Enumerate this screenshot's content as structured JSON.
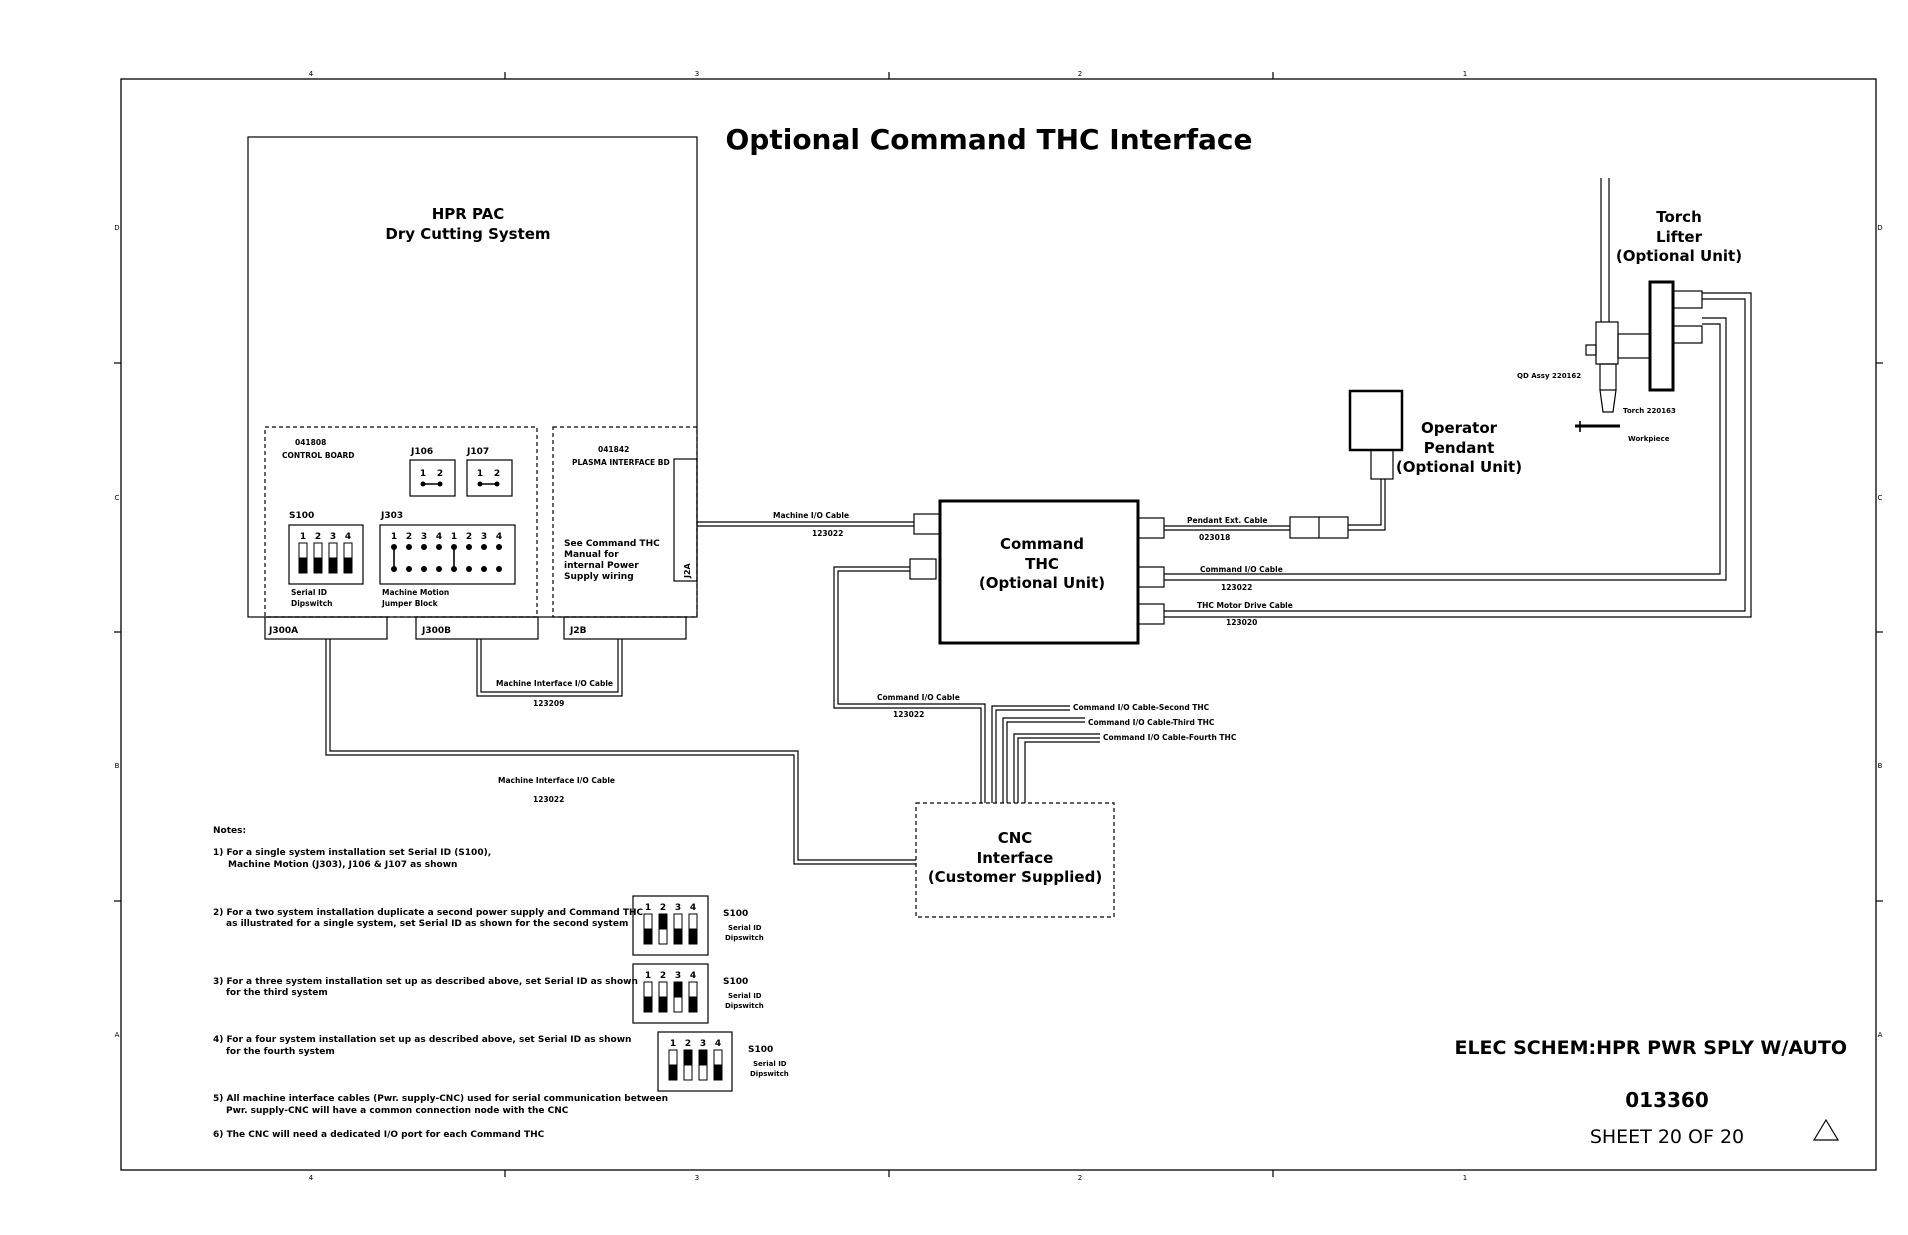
{
  "title": "Optional Command THC Interface",
  "border": {
    "top_zones": [
      "4",
      "3",
      "2",
      "1"
    ],
    "bottom_zones": [
      "4",
      "3",
      "2",
      "1"
    ],
    "left_zones": [
      "D",
      "C",
      "B",
      "A"
    ],
    "right_zones": [
      "D",
      "C",
      "B",
      "A"
    ]
  },
  "hpr": {
    "title_line1": "HPR PAC",
    "title_line2": "Dry Cutting System",
    "control_board": {
      "part": "041808",
      "label": "CONTROL BOARD"
    },
    "j106": "J106",
    "j107": "J107",
    "jumper_pins": [
      "1",
      "2"
    ],
    "s100": {
      "label": "S100",
      "caption_line1": "Serial ID",
      "caption_line2": "Dipswitch",
      "numbers": [
        "1",
        "2",
        "3",
        "4"
      ]
    },
    "j303": {
      "label": "J303",
      "caption_line1": "Machine Motion",
      "caption_line2": "Jumper Block",
      "numbers": [
        "1",
        "2",
        "3",
        "4",
        "1",
        "2",
        "3",
        "4"
      ]
    },
    "plasma_board": {
      "part": "041842",
      "label": "PLASMA INTERFACE BD"
    },
    "see_note": [
      "See Command THC",
      "Manual for",
      "internal Power",
      "Supply wiring"
    ],
    "j2a": "J2A",
    "connectors": {
      "j300a": "J300A",
      "j300b": "J300B",
      "j2b": "J2B"
    }
  },
  "cables": {
    "machine_io": {
      "label": "Machine I/O Cable",
      "part": "123022"
    },
    "machine_interface_short": {
      "label": "Machine Interface I/O Cable",
      "part": "123209"
    },
    "machine_interface_long": {
      "label": "Machine Interface I/O Cable",
      "part": "123022"
    },
    "command_io_cnc": {
      "label": "Command I/O Cable",
      "part": "123022"
    },
    "pendant_ext": {
      "label": "Pendant Ext. Cable",
      "part": "023018"
    },
    "command_io_lifter": {
      "label": "Command I/O Cable",
      "part": "123022"
    },
    "thc_motor": {
      "label": "THC Motor Drive Cable",
      "part": "123020"
    },
    "second": "Command I/O Cable-Second THC",
    "third": "Command I/O Cable-Third THC",
    "fourth": "Command I/O Cable-Fourth THC"
  },
  "command_thc": {
    "line1": "Command",
    "line2": "THC",
    "line3": "(Optional Unit)"
  },
  "cnc": {
    "line1": "CNC",
    "line2": "Interface",
    "line3": "(Customer Supplied)"
  },
  "pendant": {
    "line1": "Operator",
    "line2": "Pendant",
    "line3": "(Optional Unit)"
  },
  "lifter": {
    "line1": "Torch",
    "line2": "Lifter",
    "line3": "(Optional Unit)",
    "qd": "QD Assy 220162",
    "torch": "Torch 220163",
    "workpiece": "Workpiece"
  },
  "notes": {
    "heading": "Notes:",
    "n1": [
      "1)  For a single system installation set Serial ID (S100),",
      "Machine Motion (J303), J106 & J107 as shown"
    ],
    "n2": [
      "2) For a two system installation duplicate a second power supply and Command THC",
      "as illustrated for a single system, set Serial ID as shown for the second system"
    ],
    "n3": [
      "3) For a three system installation set up as described above, set Serial ID as shown",
      "for the third system"
    ],
    "n4": [
      "4) For a four system installation set up as described above, set Serial ID as shown",
      "for the fourth system"
    ],
    "n5": [
      "5) All machine interface cables (Pwr. supply-CNC) used for serial communication between",
      "Pwr. supply-CNC will have a common connection node with the CNC"
    ],
    "n6": "6) The CNC will need a dedicated I/O port for each Command THC",
    "dip_label": "S100",
    "dip_caption1": "Serial ID",
    "dip_caption2": "Dipswitch",
    "dip_numbers": [
      "1",
      "2",
      "3",
      "4"
    ]
  },
  "title_block": {
    "desc": "ELEC SCHEM:HPR PWR SPLY W/AUTO",
    "number": "013360",
    "sheet": "SHEET 20 OF 20"
  }
}
